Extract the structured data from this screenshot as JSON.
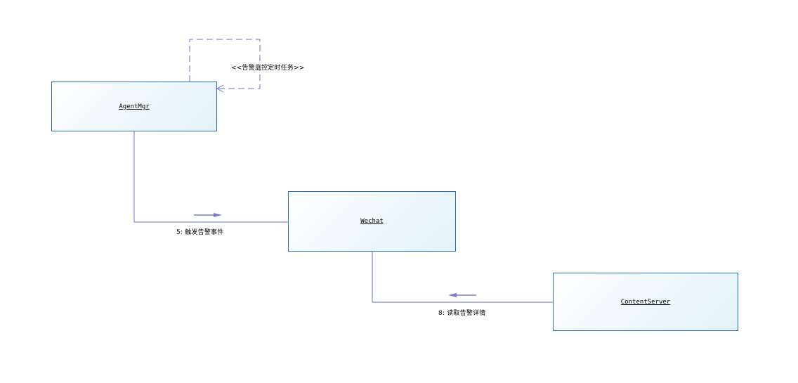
{
  "diagram": {
    "type": "communication",
    "objects": {
      "agent_mgr": "AgentMgr",
      "wechat": "Wechat",
      "content_server": "ContentServer"
    },
    "messages": {
      "self_call": "<<告警监控定时任务>>",
      "msg_5": "5: 触发告警事件",
      "msg_8": "8: 读取告警详情"
    },
    "colors": {
      "object_border": "#2a6fc0",
      "object_fill": "#e3f2fa",
      "link_line": "#6f6fc8",
      "message_arrow": "#7a7acc"
    }
  }
}
